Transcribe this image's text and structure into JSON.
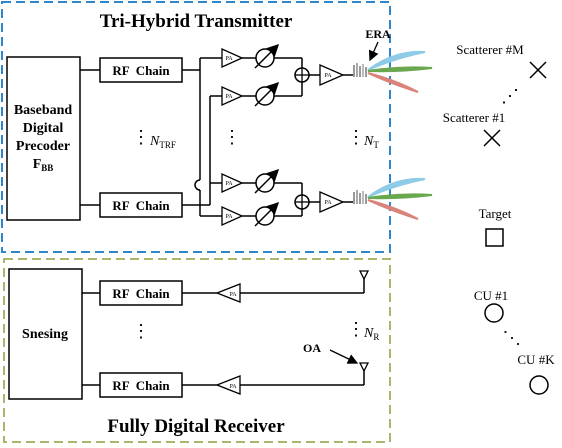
{
  "transmitter": {
    "title": "Tri-Hybrid Transmitter",
    "baseband_lines": [
      "Baseband",
      "Digital",
      "Precoder"
    ],
    "precoder_symbol": "F",
    "precoder_sub": "BB",
    "rf_chain_label": "RF  Chain",
    "ntrf_label": "N",
    "ntrf_sub": "TRF",
    "nt_label": "N",
    "nt_sub": "T",
    "pa_label": "PA",
    "era_label": "ERA",
    "dots": "⋮",
    "colors": {
      "border": "#2f86c9",
      "beam_blue": "#8ecbe6",
      "beam_green": "#6aa84f",
      "beam_red": "#d9837b"
    }
  },
  "receiver": {
    "title": "Fully Digital Receiver",
    "sensing_label": "Snesing",
    "rf_chain_label": "RF  Chain",
    "nr_label": "N",
    "nr_sub": "R",
    "pa_label": "PA",
    "oa_label": "OA",
    "dots": "⋮",
    "colors": {
      "border": "#a6b86a"
    }
  },
  "scene": {
    "scatterer_m": "Scatterer #M",
    "scatterer_1": "Scatterer #1",
    "target": "Target",
    "cu_1": "CU #1",
    "cu_k": "CU #K",
    "dots": "⋰"
  }
}
